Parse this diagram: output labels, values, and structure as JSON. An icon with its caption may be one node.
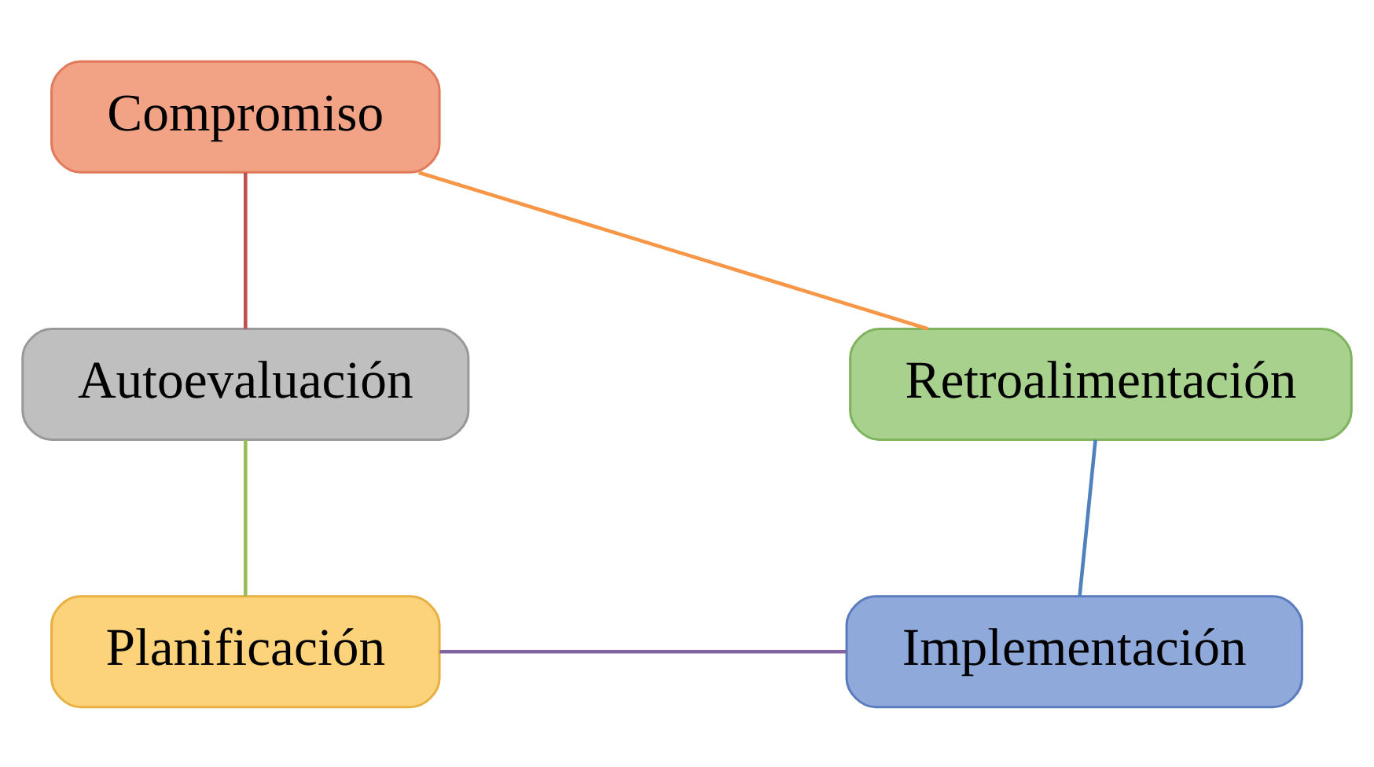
{
  "diagram": {
    "nodes": [
      {
        "text": [
          "Compromiso"
        ]
      },
      {
        "text": [
          "Autoevaluación"
        ]
      },
      {
        "text": [
          "Planificación"
        ]
      },
      {
        "text": [
          "Implementación"
        ]
      },
      {
        "text": [
          "Retroalimentación"
        ]
      }
    ],
    "edges": [
      {
        "from": 0,
        "to": 1,
        "arrow": "none",
        "color": "#c0504d"
      },
      {
        "from": 1,
        "to": 2,
        "arrow": "none",
        "color": "#9bbb59"
      },
      {
        "from": 2,
        "to": 3,
        "arrow": "none",
        "color": "#8064a2"
      },
      {
        "from": 3,
        "to": 4,
        "arrow": "none",
        "color": "#4f81bd"
      },
      {
        "from": 4,
        "to": 0,
        "arrow": "none",
        "color": "#f79646"
      }
    ]
  }
}
